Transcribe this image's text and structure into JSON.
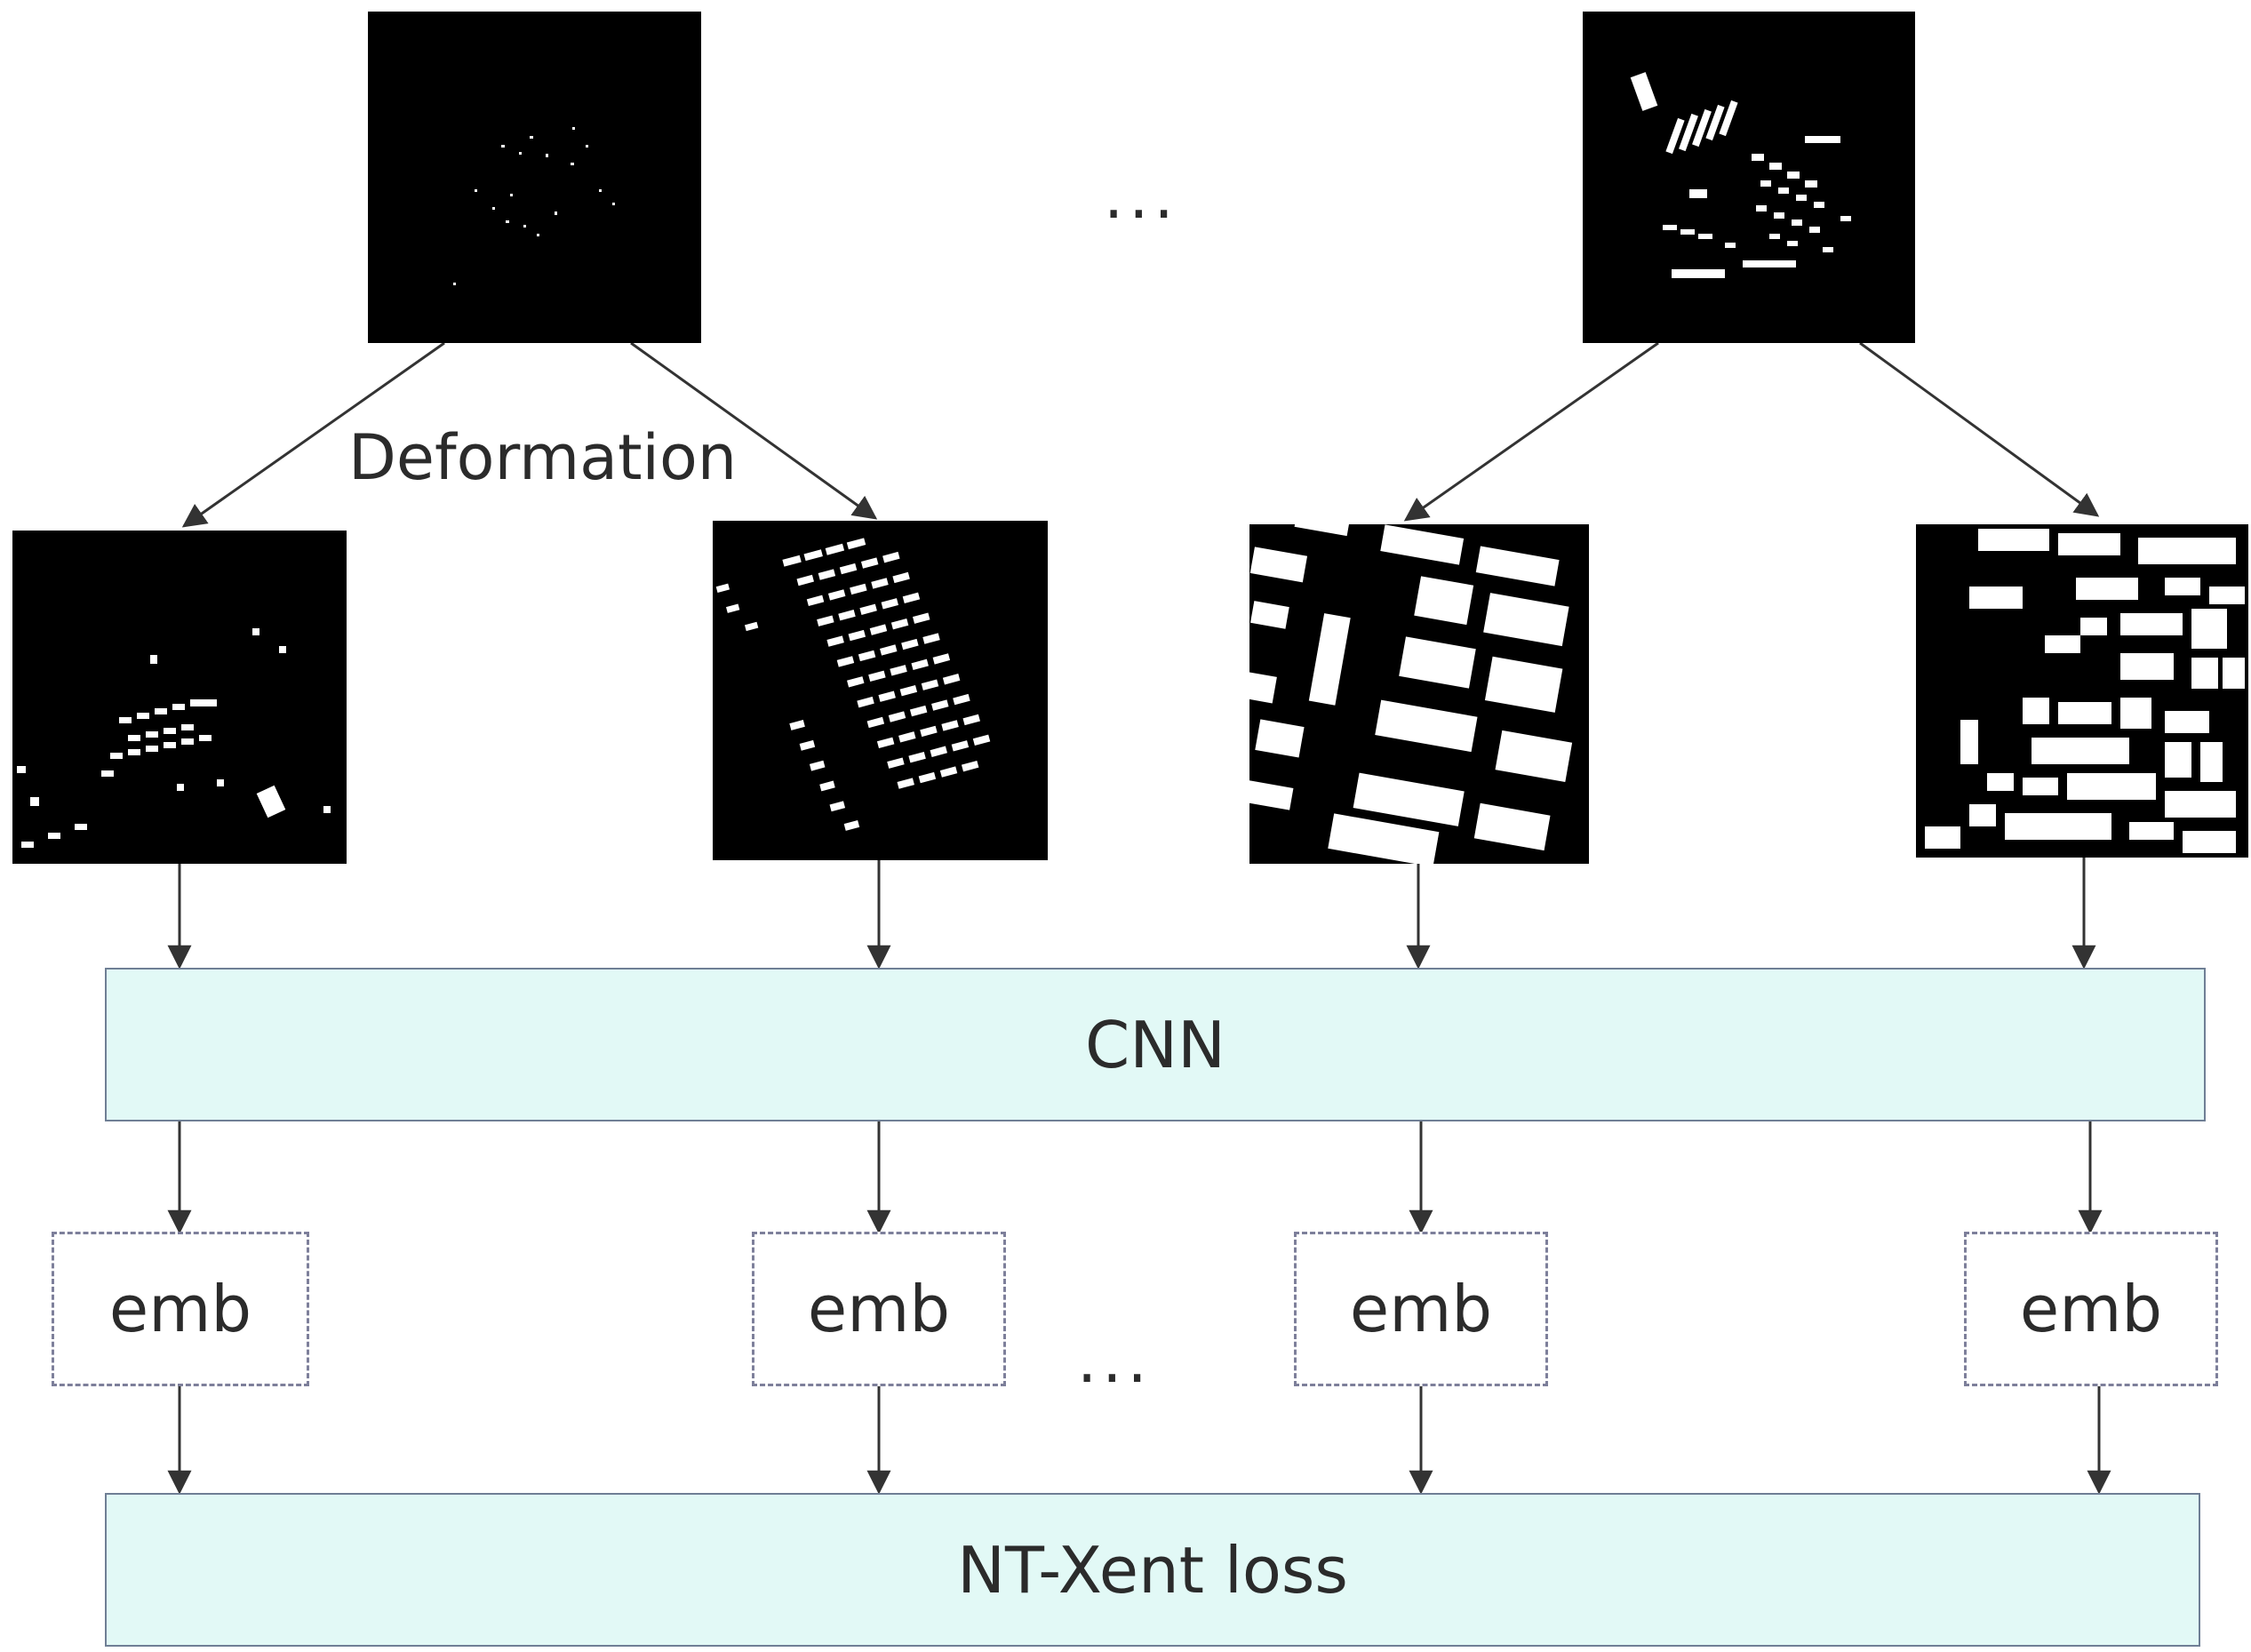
{
  "labels": {
    "deformation": "Deformation",
    "ellipsis_top": "...",
    "ellipsis_mid": "...",
    "cnn": "CNN",
    "loss": "NT-Xent loss"
  },
  "embeddings": [
    "emb",
    "emb",
    "emb",
    "emb"
  ],
  "colors": {
    "block_fill": "#e2f9f6",
    "block_border": "#6f7f95",
    "emb_border": "#7d7f9a",
    "arrow": "#333333",
    "image_bg": "#000000",
    "building": "#ffffff"
  }
}
